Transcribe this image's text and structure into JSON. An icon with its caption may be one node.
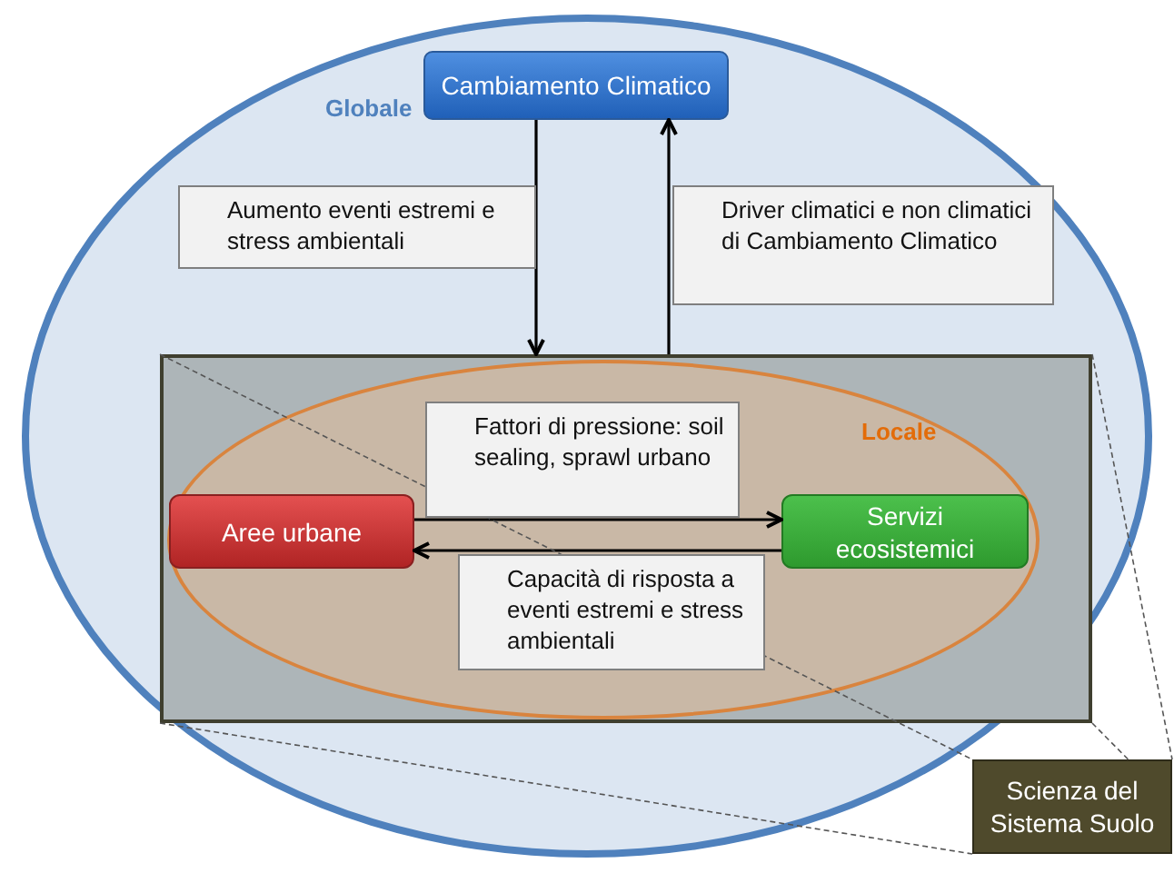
{
  "diagram": {
    "nodes": [
      {
        "text": [
          "Globale"
        ]
      },
      {
        "text": [
          "Cambiamento Climatico"
        ],
        "in": 0
      },
      {
        "text": [],
        "shape": "box",
        "in": 0
      },
      {
        "text": [
          "Locale"
        ],
        "in": 2
      },
      {
        "text": [
          "Aree urbane"
        ],
        "in": 3
      },
      {
        "text": [
          "Servizi ecosistemici"
        ],
        "in": 3
      },
      {
        "text": [
          "Scienza del Sistema Suolo"
        ]
      }
    ],
    "edges": [
      {
        "from": 1,
        "to": 2,
        "arrow": "to",
        "label": "Aumento eventi estremi e stress ambientali"
      },
      {
        "from": 2,
        "to": 1,
        "arrow": "to",
        "label": "Driver climatici e non climatici di Cambiamento Climatico"
      },
      {
        "from": 4,
        "to": 5,
        "arrow": "to",
        "label": "Fattori di pressione: soil sealing, sprawl urbano"
      },
      {
        "from": 5,
        "to": 4,
        "arrow": "to",
        "label": "Capacità di risposta a eventi estremi e stress ambientali"
      },
      {
        "from": 2,
        "to": 6,
        "arrow": "none",
        "style": "dashed"
      },
      {
        "from": 2,
        "to": 6,
        "arrow": "none",
        "style": "dashed"
      },
      {
        "from": 2,
        "to": 6,
        "arrow": "none",
        "style": "dashed"
      },
      {
        "from": 2,
        "to": 6,
        "arrow": "none",
        "style": "dashed"
      }
    ]
  }
}
